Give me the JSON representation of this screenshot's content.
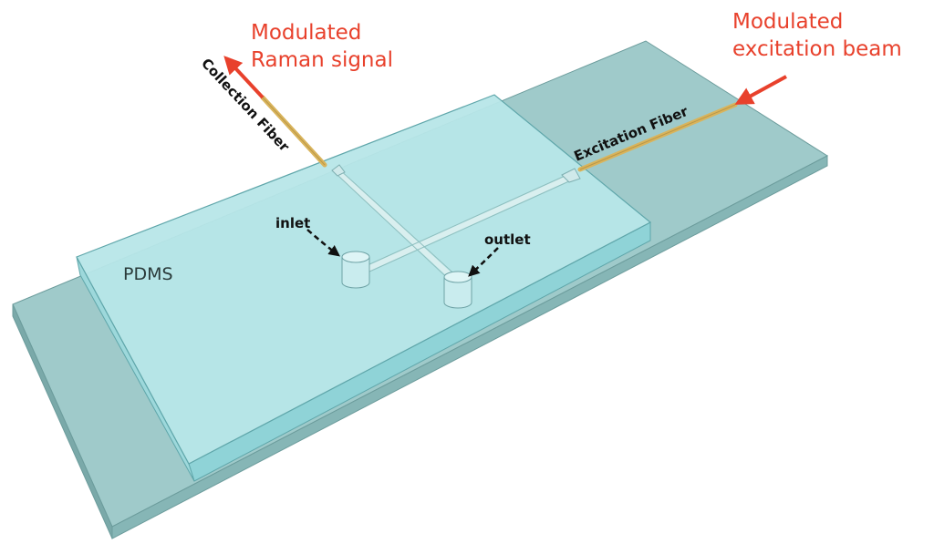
{
  "labels": {
    "raman_signal_line1": "Modulated",
    "raman_signal_line2": "Raman signal",
    "excitation_beam_line1": "Modulated",
    "excitation_beam_line2": "excitation beam",
    "collection_fiber": "Collection Fiber",
    "excitation_fiber": "Excitation Fiber",
    "inlet": "inlet",
    "outlet": "outlet",
    "pdms": "PDMS"
  },
  "colors": {
    "glass_slide_top": "#9fcaca",
    "glass_slide_side": "#86b6b6",
    "pdms_top": "#b7e6e8",
    "pdms_front": "#8fd3d7",
    "fiber": "#d9b45c",
    "arrow_red": "#e8412c",
    "label_red": "#e8412c",
    "label_black": "#111111"
  }
}
